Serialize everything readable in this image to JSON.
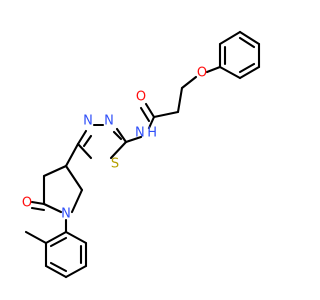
{
  "colors": {
    "background": "#ffffff",
    "bond": "#000000",
    "oxygen": "#ff0d0d",
    "nitrogen": "#3050f8",
    "sulfur": "#b5a000",
    "carbon": "#000000"
  },
  "atoms": {
    "o_ether": "O",
    "o_amide": "O",
    "nh_amide": "N H",
    "n_thiadiazole_a": "N",
    "n_thiadiazole_b": "N",
    "s_thiadiazole": "S",
    "o_lactam": "O",
    "n_pyrrolidine": "N"
  }
}
